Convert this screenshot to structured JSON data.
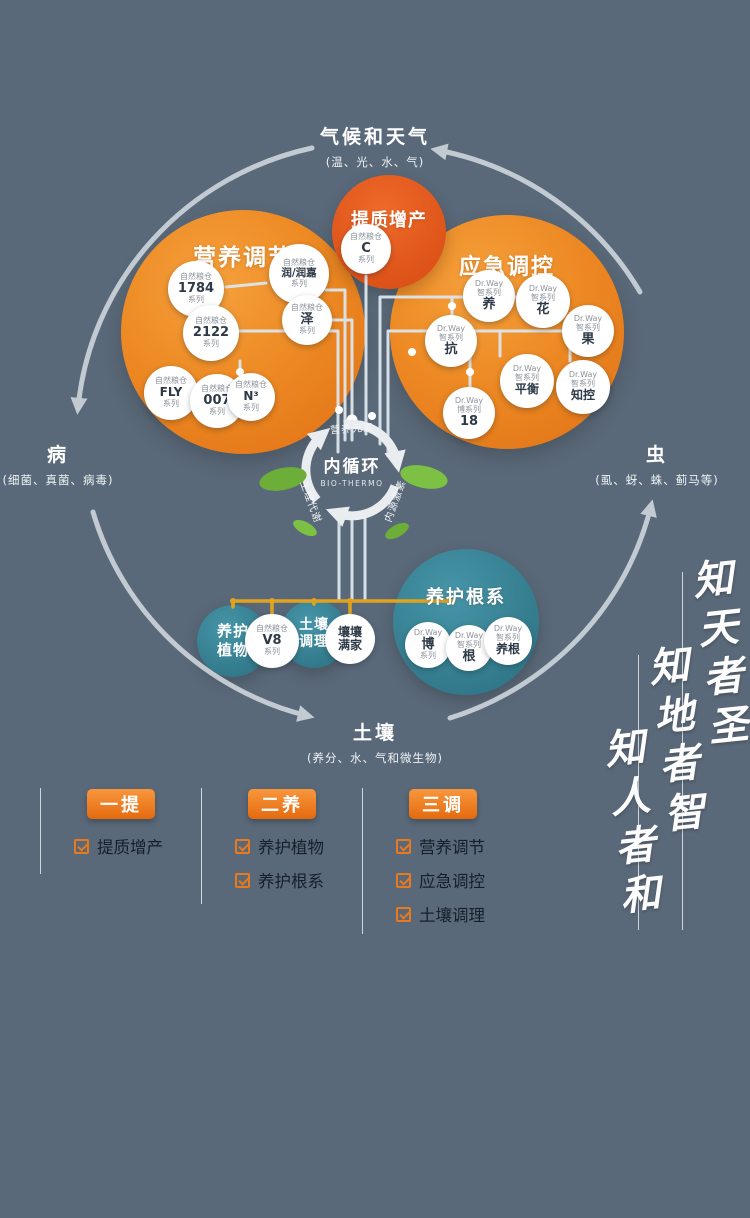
{
  "colors": {
    "background": "#5a6979",
    "orange": "#ed8a24",
    "red_orange": "#d64a12",
    "teal": "#2f7d8f",
    "accent_yellow": "#e2a21d",
    "checkbox_orange": "#e8791c",
    "line_light": "#dce6ed"
  },
  "cycle": {
    "top": {
      "label": "气候和天气",
      "sub": "(温、光、水、气)"
    },
    "left": {
      "label": "病",
      "sub": "(细菌、真菌、病毒)"
    },
    "right": {
      "label": "虫",
      "sub": "(虱、蚜、蛛、蓟马等)"
    },
    "bottom": {
      "label": "土壤",
      "sub": "(养分、水、气和微生物)"
    }
  },
  "hub": {
    "title": "内循环",
    "subtitle": "BIO-THERMO",
    "label_top": "营养元素",
    "label_left": "生理代谢",
    "label_right": "内源激素"
  },
  "groups": {
    "boost": {
      "title": "提质增产",
      "product": {
        "t": "自然粮仓",
        "m": "C",
        "b": "系列"
      }
    },
    "nutrition": {
      "title": "营养调节",
      "products": [
        {
          "t": "自然粮仓",
          "m": "1784",
          "b": "系列"
        },
        {
          "t": "自然粮仓",
          "m": "润/润嘉",
          "b": "系列"
        },
        {
          "t": "自然粮仓",
          "m": "2122",
          "b": "系列"
        },
        {
          "t": "自然粮仓",
          "m": "泽",
          "b": "系列"
        },
        {
          "t": "自然粮仓",
          "m": "FLY",
          "b": "系列"
        },
        {
          "t": "自然粮仓",
          "m": "007",
          "b": "系列"
        },
        {
          "t": "自然粮仓",
          "m": "N³",
          "b": "系列"
        }
      ]
    },
    "emergency": {
      "title": "应急调控",
      "products": [
        {
          "t": "Dr.Way",
          "m": "智系列",
          "b": "养"
        },
        {
          "t": "Dr.Way",
          "m": "智系列",
          "b": "花"
        },
        {
          "t": "Dr.Way",
          "m": "智系列",
          "b": "果"
        },
        {
          "t": "Dr.Way",
          "m": "智系列",
          "b": "抗"
        },
        {
          "t": "Dr.Way",
          "m": "智系列",
          "b": "平衡"
        },
        {
          "t": "Dr.Way",
          "m": "智系列",
          "b": "知控"
        },
        {
          "t": "Dr.Way",
          "m": "博系列",
          "b": "18"
        }
      ]
    },
    "roots": {
      "title": "养护根系",
      "products": [
        {
          "t": "Dr.Way",
          "m": "博",
          "b": "系列"
        },
        {
          "t": "Dr.Way",
          "m": "智系列",
          "b": "根"
        },
        {
          "t": "Dr.Way",
          "m": "智系列",
          "b": "养根"
        }
      ]
    },
    "plant": {
      "title": "养护植物",
      "product": {
        "t": "自然粮仓",
        "m": "V8",
        "b": "系列"
      }
    },
    "soil": {
      "title": "土壤调理",
      "product": {
        "m1": "壤壤",
        "m2": "满家"
      }
    }
  },
  "calligraphy": {
    "line1": "知天者圣",
    "line2": "知地者智",
    "line3": "知人者和"
  },
  "summary": [
    {
      "badge": "一提",
      "items": [
        "提质增产"
      ]
    },
    {
      "badge": "二养",
      "items": [
        "养护植物",
        "养护根系"
      ]
    },
    {
      "badge": "三调",
      "items": [
        "营养调节",
        "应急调控",
        "土壤调理"
      ]
    }
  ]
}
